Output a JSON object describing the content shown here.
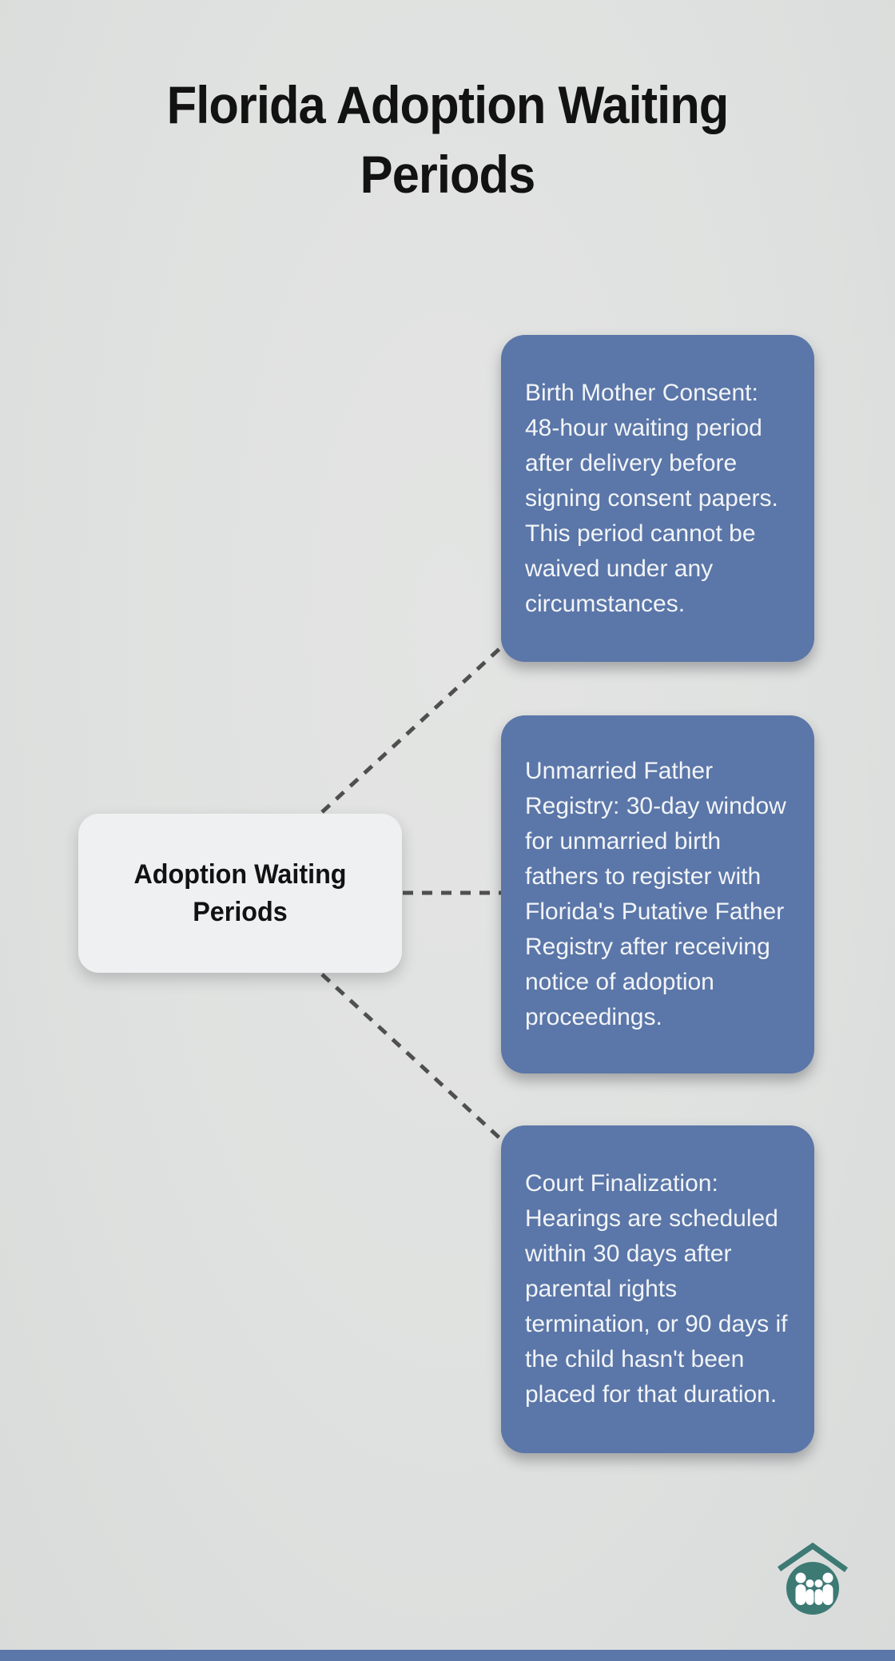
{
  "page": {
    "background_color": "#dfe1e0",
    "footer_bar_color": "#5b76a8"
  },
  "title": "Florida Adoption Waiting Periods",
  "diagram": {
    "center_node": {
      "label": "Adoption Waiting Periods",
      "bg_color": "#eff0f2",
      "text_color": "#121212"
    },
    "branch_box_color": "#5b76a8",
    "branch_text_color": "#f2f5f8",
    "connector_color": "#4f4f4f",
    "connector_style": "dashed",
    "branches": [
      {
        "id": "birth-mother-consent",
        "text": "Birth Mother Consent: 48-hour waiting period after delivery before signing consent papers. This period cannot be waived under any circumstances."
      },
      {
        "id": "unmarried-father-registry",
        "text": "Unmarried Father Registry: 30-day window for unmarried birth fathers to register with Florida's Putative Father Registry after receiving notice of adoption proceedings."
      },
      {
        "id": "court-finalization",
        "text": "Court Finalization: Hearings are scheduled within 30 days after parental rights termination, or 90 days if the child hasn't been placed for that duration."
      }
    ]
  },
  "logo": {
    "icon": "family-under-roof-logo",
    "color": "#3d7a74"
  }
}
